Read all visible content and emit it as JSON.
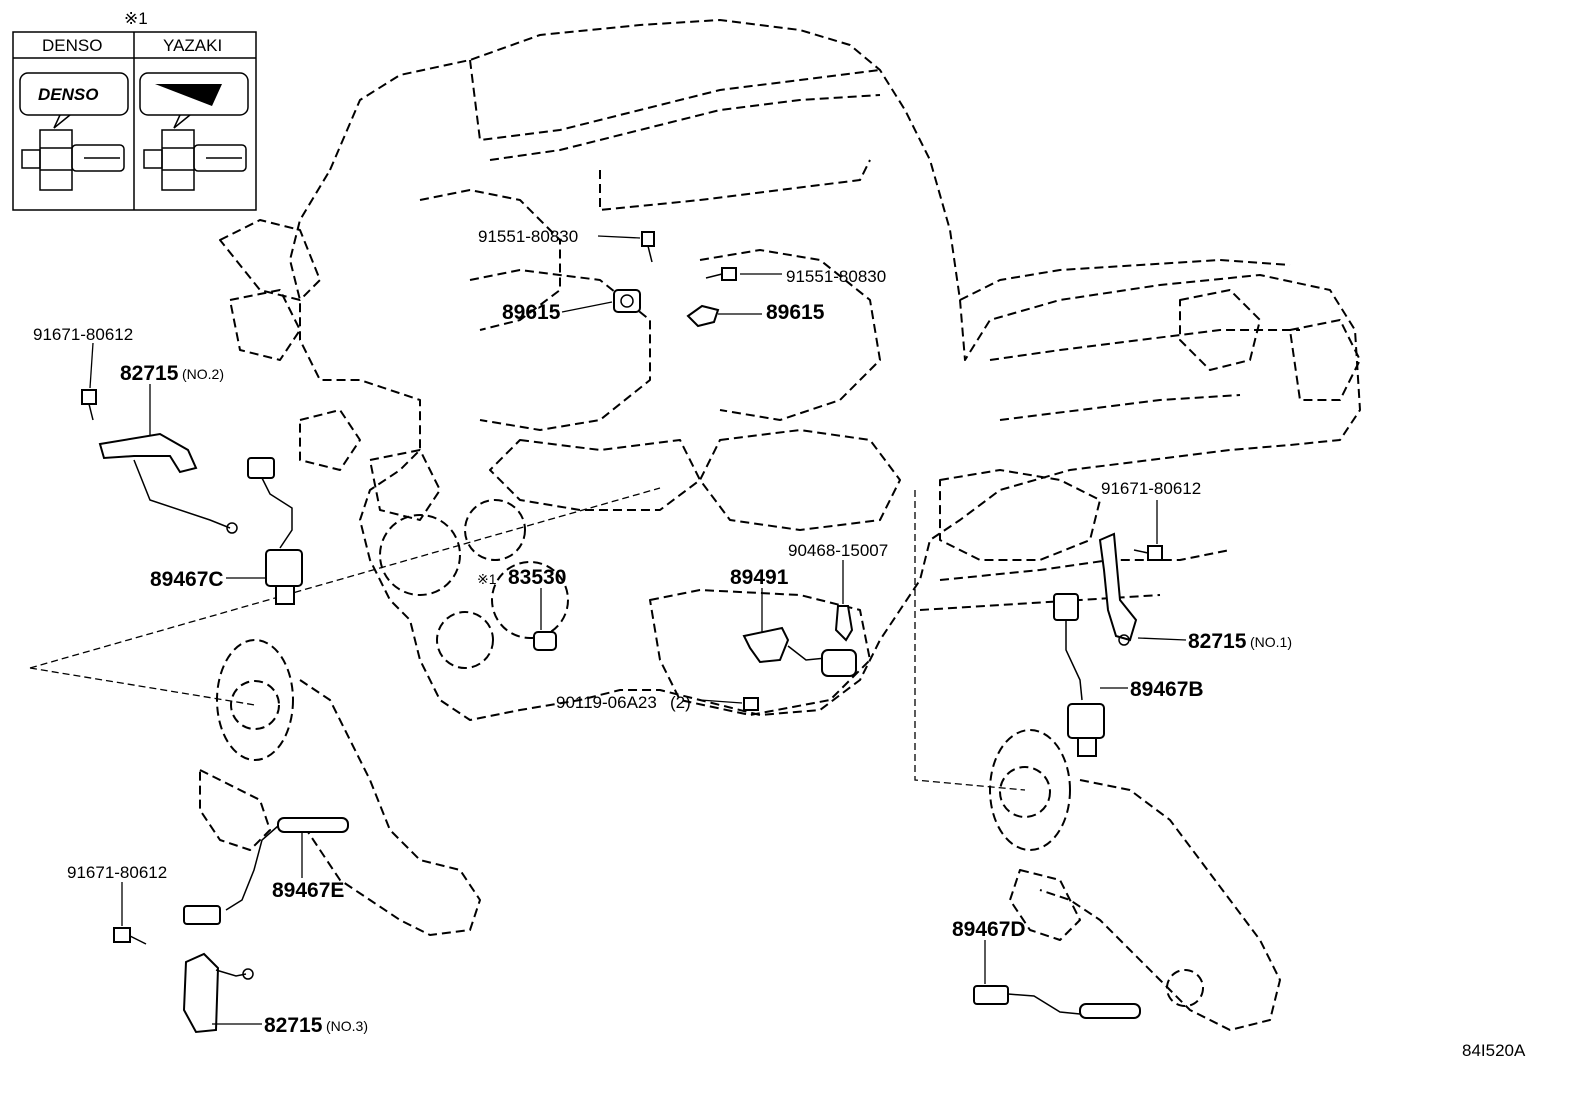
{
  "legend": {
    "marker": "※1",
    "col1": "DENSO",
    "col2": "YAZAKI",
    "logo1": "DENSO"
  },
  "labels": {
    "p91551_a": "91551-80830",
    "p91551_b": "91551-80830",
    "p89615_a": "89615",
    "p89615_b": "89615",
    "p91671_a": "91671-80612",
    "p82715_2": "82715",
    "p82715_2_note": "(NO.2)",
    "p89467C": "89467C",
    "p83530_mark": "※1",
    "p83530": "83530",
    "p89491": "89491",
    "p90468": "90468-15007",
    "p90119": "90119-06A23",
    "p90119_qty": "(2)",
    "p91671_b": "91671-80612",
    "p82715_1": "82715",
    "p82715_1_note": "(NO.1)",
    "p89467B": "89467B",
    "p89467E": "89467E",
    "p91671_c": "91671-80612",
    "p82715_3": "82715",
    "p82715_3_note": "(NO.3)",
    "p89467D": "89467D",
    "diagram_code": "84I520A"
  }
}
